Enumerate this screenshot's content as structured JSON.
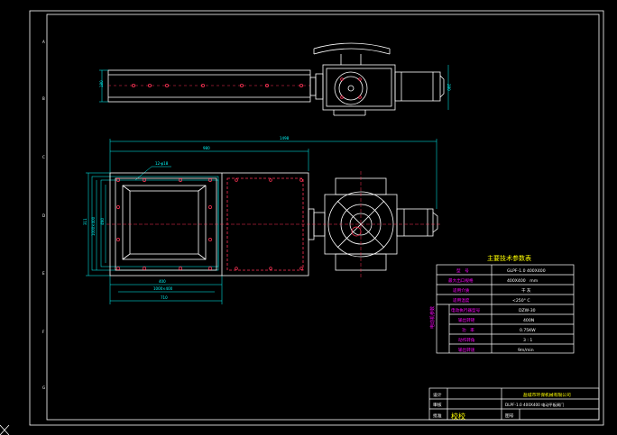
{
  "drawing": {
    "colors": {
      "background": "#000000",
      "frame": "#ffffff",
      "outline": "#ffffff",
      "dimension": "#00ffff",
      "hidden": "#ff3355",
      "text_yellow": "#ffff00",
      "text_magenta": "#ff00ff"
    },
    "border_letters": [
      "A",
      "B",
      "C",
      "D",
      "E",
      "F",
      "G"
    ],
    "top_view": {
      "height_dim": "180",
      "side_dim": "280"
    },
    "front_view": {
      "overall_dim": "1498",
      "inner_dim": "980",
      "hole_note": "12-φ18",
      "left_dims": [
        "311",
        "1000×400",
        "4N0"
      ],
      "bottom_dims": [
        "400",
        "1000×400",
        "710"
      ]
    },
    "spec_table": {
      "title": "主要技术参数表",
      "group_label": "电动机参数",
      "rows": [
        {
          "label": "型　号",
          "value": "GLPF-1.0 400X400"
        },
        {
          "label": "最大出口规格",
          "value": "400X400　mm"
        },
        {
          "label": "适用介质",
          "value": "干 灰"
        },
        {
          "label": "适用温度",
          "value": "<250° C"
        },
        {
          "label": "电动执行器型号",
          "value": "DZW-30"
        },
        {
          "label": "输出转矩",
          "value": "400N"
        },
        {
          "label": "功　率",
          "value": "0.75KW"
        },
        {
          "label": "动作转角",
          "value": "3 : 1"
        },
        {
          "label": "输出转速",
          "value": "9m/min"
        }
      ]
    },
    "title_block": {
      "design": "设计",
      "check": "审核",
      "approve": "批准",
      "collate": "校校",
      "company": "盐城市环保机械有限公司",
      "drawing_title": "DLPF-1.0 400X400 电动平板闸门",
      "figure_no": "图号"
    }
  }
}
